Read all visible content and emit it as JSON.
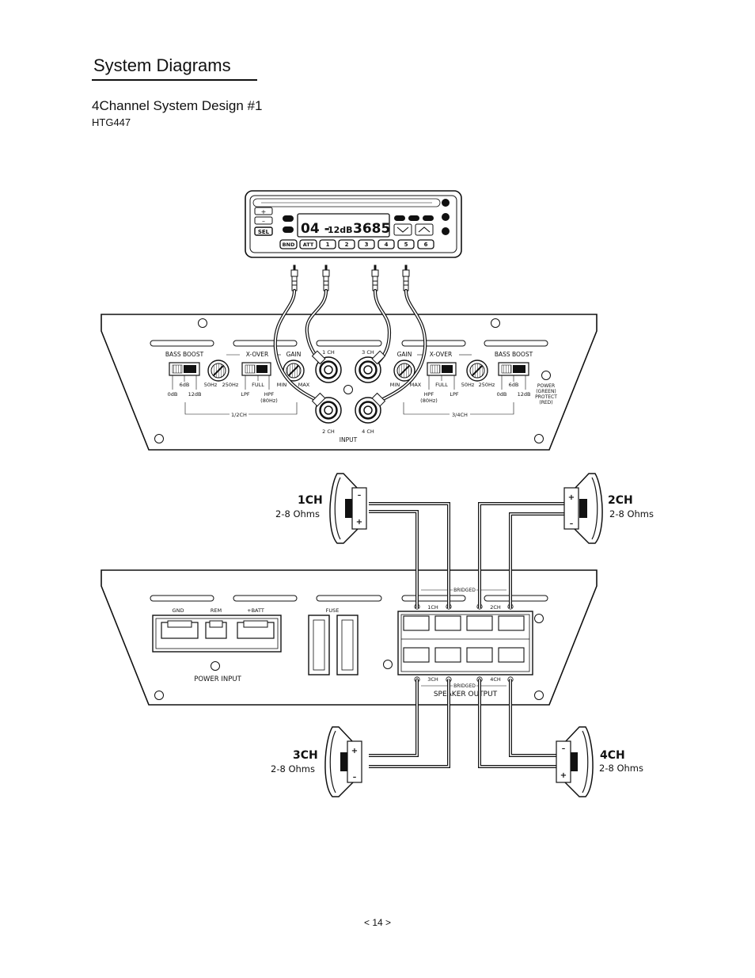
{
  "header": {
    "title": "System Diagrams",
    "section": "4Channel System Design #1",
    "model": "HTG447"
  },
  "head_unit": {
    "display": {
      "main": "04 -",
      "small": "12dB",
      "value": "3685"
    },
    "left_buttons": [
      "+",
      "–",
      "SEL"
    ],
    "bottom_buttons": [
      "BND",
      "ATT",
      "1",
      "2",
      "3",
      "4",
      "5",
      "6"
    ]
  },
  "amp_input": {
    "left": {
      "bass_boost": "BASS BOOST",
      "x_over": "X-OVER",
      "gain": "GAIN",
      "bb_low": "0dB",
      "bb_mid": "6dB",
      "bb_high": "12dB",
      "freq_low": "50Hz",
      "freq_high": "250Hz",
      "full": "FULL",
      "lpf": "LPF",
      "hpf": "HPF",
      "hpf2": "(80Hz)",
      "min": "MIN",
      "max": "MAX",
      "group": "1/2CH"
    },
    "right": {
      "gain": "GAIN",
      "x_over": "X-OVER",
      "bass_boost": "BASS BOOST",
      "min": "MIN",
      "max": "MAX",
      "hpf": "HPF",
      "hpf2": "(80Hz)",
      "full": "FULL",
      "lpf": "LPF",
      "freq_low": "50Hz",
      "freq_high": "250Hz",
      "bb_low": "0dB",
      "bb_mid": "6dB",
      "bb_high": "12dB",
      "group": "3/4CH"
    },
    "channels": [
      "1 CH",
      "3 CH",
      "2 CH",
      "4 CH"
    ],
    "input_label": "INPUT",
    "power_labels": [
      "POWER",
      "(GREEN)",
      "PROTECT",
      "(RED)"
    ]
  },
  "amp_output": {
    "power": {
      "gnd": "GND",
      "rem": "REM",
      "batt": "+BATT",
      "label": "POWER INPUT"
    },
    "fuse": "FUSE",
    "bridged_top": "BRIDGED",
    "bridged_bottom": "BRIDGED",
    "ch_top": [
      "1CH",
      "2CH"
    ],
    "ch_bottom": [
      "3CH",
      "4CH"
    ],
    "speaker_output": "SPEAKER OUTPUT"
  },
  "speakers": [
    {
      "name": "1CH",
      "ohms": "2-8 Ohms"
    },
    {
      "name": "2CH",
      "ohms": "2-8 Ohms"
    },
    {
      "name": "3CH",
      "ohms": "2-8 Ohms"
    },
    {
      "name": "4CH",
      "ohms": "2-8 Ohms"
    }
  ],
  "footer": {
    "page": "< 14 >"
  }
}
